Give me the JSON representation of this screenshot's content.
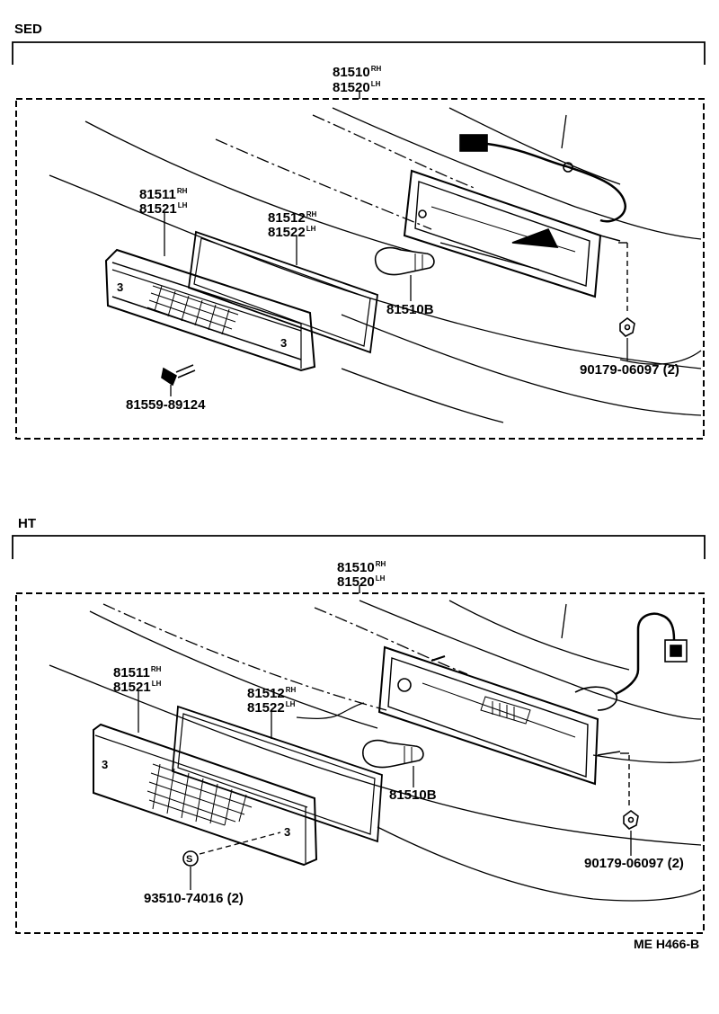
{
  "sed": {
    "title": "SED",
    "main_rh": "81510",
    "main_rh_tag": "RH",
    "main_lh": "81520",
    "main_lh_tag": "LH",
    "lens_rh": "81511",
    "lens_rh_tag": "RH",
    "lens_lh": "81521",
    "lens_lh_tag": "LH",
    "gasket_rh": "81512",
    "gasket_rh_tag": "RH",
    "gasket_lh": "81522",
    "gasket_lh_tag": "LH",
    "bulb": "81510B",
    "nut": "90179-06097 (2)",
    "screw": "81559-89124",
    "lens_mark_left": "3",
    "lens_mark_right": "3"
  },
  "ht": {
    "title": "HT",
    "main_rh": "81510",
    "main_rh_tag": "RH",
    "main_lh": "81520",
    "main_lh_tag": "LH",
    "lens_rh": "81511",
    "lens_rh_tag": "RH",
    "lens_lh": "81521",
    "lens_lh_tag": "LH",
    "gasket_rh": "81512",
    "gasket_rh_tag": "RH",
    "gasket_lh": "81522",
    "gasket_lh_tag": "LH",
    "bulb": "81510B",
    "nut": "90179-06097 (2)",
    "screw": "93510-74016 (2)",
    "screw_mark": "S",
    "lens_mark_left": "3",
    "lens_mark_right": "3"
  },
  "footer": {
    "code": "ME H466-B"
  }
}
